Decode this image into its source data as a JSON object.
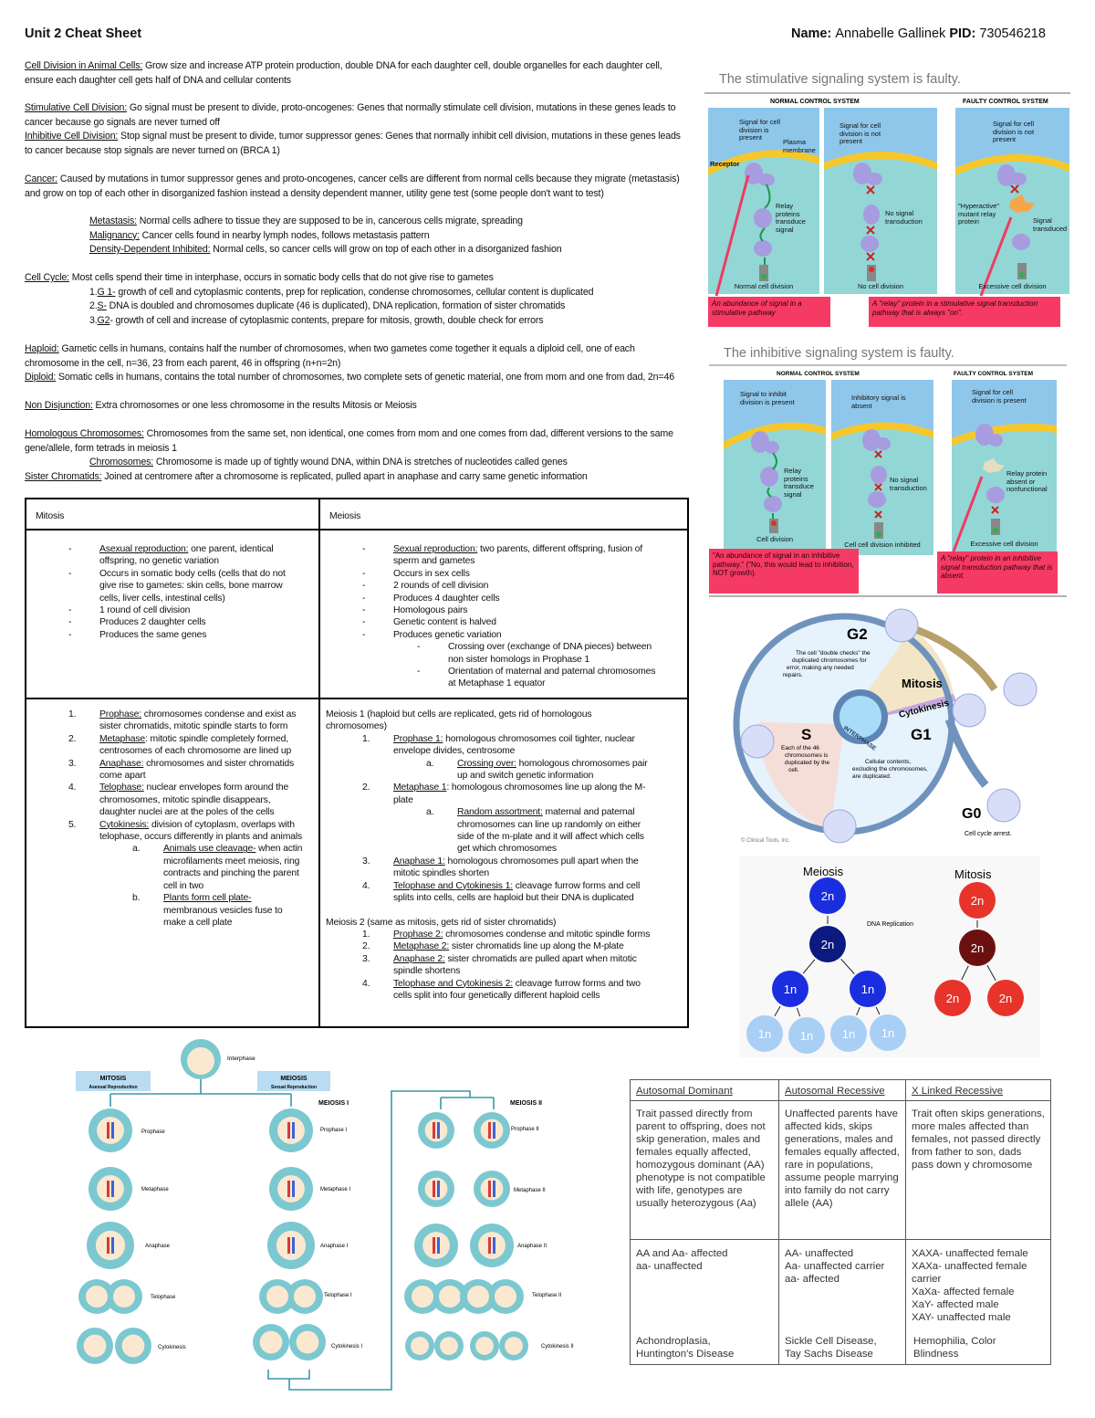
{
  "header": {
    "title": "Unit 2 Cheat Sheet",
    "name_label": "Name:",
    "name_value": "Annabelle Gallinek",
    "pid_label": "PID:",
    "pid_value": "730546218"
  },
  "notes": {
    "cell_division": {
      "term": "Cell Division in Animal Cells:",
      "text": " Grow size and increase ATP protein production, double DNA for each daughter cell, double organelles for each daughter cell, ensure each daughter cell gets half of DNA and cellular contents"
    },
    "stimulative": {
      "term": "Stimulative Cell Division:",
      "text": " Go signal must be present to divide, proto-oncogenes: Genes that normally stimulate cell division, mutations in these genes leads to cancer because go signals are never turned off"
    },
    "inhibitive": {
      "term": "Inhibitive Cell Division:",
      "text": " Stop signal must be present to divide, tumor suppressor genes: Genes that normally inhibit cell division, mutations in these genes leads to cancer because stop signals are never turned on (BRCA 1)"
    },
    "cancer": {
      "term": "Cancer:",
      "text": " Caused by mutations in tumor suppressor genes and proto-oncogenes, cancer cells are different from normal cells because they migrate (metastasis) and grow on top of each other in disorganized fashion instead a density dependent manner, utility gene test (some people don't want to test)"
    },
    "metastasis": {
      "term": "Metastasis:",
      "text": " Normal cells adhere to tissue they are supposed to be in, cancerous cells migrate, spreading"
    },
    "malignancy": {
      "term": "Malignancy:",
      "text": " Cancer cells found in nearby lymph nodes, follows metastasis pattern"
    },
    "density": {
      "term": "Density-Dependent Inhibited:",
      "text": " Normal cells, so cancer cells will grow on top of each other in a disorganized fashion"
    },
    "cell_cycle": {
      "term": "Cell Cycle:",
      "text": " Most cells spend their time in interphase, occurs in somatic body cells that do not give rise to gametes"
    },
    "cycle_items": [
      {
        "num": "1.",
        "term": "G 1-",
        "text": " growth of cell and cytoplasmic contents, prep for replication, condense chromosomes, cellular content is duplicated"
      },
      {
        "num": "2.",
        "term": "S-",
        "text": " DNA is doubled and chromosomes duplicate (46 is duplicated), DNA replication, formation of sister chromatids"
      },
      {
        "num": "3.",
        "term": "G2",
        "text": "- growth of cell and increase of cytoplasmic contents, prepare for mitosis, growth, double check for errors"
      }
    ],
    "haploid": {
      "term": "Haploid:",
      "text": " Gametic cells in humans, contains half the number of chromosomes, when two gametes come together it equals a diploid cell, one of each chromosome in the cell, n=36, 23 from each parent, 46 in offspring (n+n=2n)"
    },
    "diploid": {
      "term": "Diploid:",
      "text": " Somatic cells in humans, contains the total number of chromosomes, two complete sets of genetic material, one from mom and one from dad, 2n=46"
    },
    "nondisjunction": {
      "term": "Non Disjunction:",
      "text": " Extra chromosomes or one less chromosome in the results Mitosis or Meiosis"
    },
    "homologous": {
      "term": "Homologous Chromosomes:",
      "text": " Chromosomes from the same set, non identical, one comes from mom and one comes from dad, different versions to the same gene/allele, form tetrads in meiosis 1"
    },
    "chromosomes": {
      "term": "Chromosomes:",
      "text": " Chromosome is made up of tightly wound DNA, within DNA is stretches of nucleotides called genes"
    },
    "sister": {
      "term": "Sister Chromatids:",
      "text": " Joined at centromere after a chromosome is replicated, pulled apart in anaphase and carry same genetic information"
    }
  },
  "comparison_table": {
    "headers": [
      "Mitosis",
      "Meiosis"
    ],
    "mitosis_traits": [
      {
        "term": "Asexual reproduction:",
        "text": " one parent, identical offspring, no genetic variation"
      },
      {
        "term": "",
        "text": "Occurs in somatic body cells (cells that do not give rise to gametes: skin cells, bone marrow cells, liver cells, intestinal cells)"
      },
      {
        "term": "",
        "text": "1 round of cell division"
      },
      {
        "term": "",
        "text": "Produces 2 daughter cells"
      },
      {
        "term": "",
        "text": "Produces the same genes"
      }
    ],
    "meiosis_traits": [
      {
        "term": "Sexual reproduction:",
        "text": " two parents, different offspring, fusion of sperm and gametes"
      },
      {
        "term": "",
        "text": "Occurs in sex cells"
      },
      {
        "term": "",
        "text": "2 rounds of cell division"
      },
      {
        "term": "",
        "text": "Produces 4 daughter cells"
      },
      {
        "term": "",
        "text": "Homologous pairs"
      },
      {
        "term": "",
        "text": "Genetic content is halved"
      },
      {
        "term": "",
        "text": "Produces genetic variation"
      }
    ],
    "meiosis_variation": [
      "Crossing over (exchange of DNA pieces) between non sister homologs in Prophase 1",
      "Orientation of maternal and paternal chromosomes at Metaphase 1 equator"
    ],
    "mitosis_phases": [
      {
        "num": "1.",
        "term": "Prophase:",
        "text": " chromosomes condense and exist as sister chromatids, mitotic spindle starts to form"
      },
      {
        "num": "2.",
        "term": "Metaphase",
        "text": ": mitotic spindle completely formed, centrosomes of each chromosome are lined up"
      },
      {
        "num": "3.",
        "term": "Anaphase:",
        "text": " chromosomes and sister chromatids come apart"
      },
      {
        "num": "4.",
        "term": "Telophase:",
        "text": " nuclear envelopes form around the chromosomes, mitotic spindle disappears, daughter nuclei are at the poles of the cells"
      },
      {
        "num": "5.",
        "term": "Cytokinesis:",
        "text": " division of cytoplasm, overlaps with telophase, occurs differently in plants and animals"
      }
    ],
    "cytokinesis_sub": [
      {
        "num": "a.",
        "term": "Animals use cleavage-",
        "text": " when actin microfilaments meet meiosis, ring contracts and pinching the parent cell in two"
      },
      {
        "num": "b.",
        "term": "Plants form cell plate-",
        "text": " membranous vesicles fuse to make a cell plate"
      }
    ],
    "meiosis1_intro": "Meiosis 1 (haploid but cells are replicated, gets rid of homologous chromosomes)",
    "meiosis1_phases": [
      {
        "num": "1.",
        "term": "Prophase 1:",
        "text": " homologous chromosomes coil tighter, nuclear envelope divides, centrosome",
        "sub": {
          "num": "a.",
          "term": "Crossing over:",
          "text": " homologous chromosomes pair up and switch genetic information"
        }
      },
      {
        "num": "2.",
        "term": "Metaphase 1",
        "text": ": homologous chromosomes line up along the M-plate",
        "sub": {
          "num": "a.",
          "term": "Random assortment:",
          "text": " maternal and paternal chromosomes can line up randomly on either side of the m-plate and it will affect which cells get which chromosomes"
        }
      },
      {
        "num": "3.",
        "term": "Anaphase 1:",
        "text": " homologous chromosomes pull apart when the mitotic spindles shorten"
      },
      {
        "num": "4.",
        "term": "Telophase and Cytokinesis 1:",
        "text": " cleavage furrow forms and cell splits into cells, cells are haploid but their DNA is duplicated"
      }
    ],
    "meiosis2_intro": "Meiosis 2 (same as mitosis, gets rid of sister chromatids)",
    "meiosis2_phases": [
      {
        "num": "1.",
        "term": "Prophase 2:",
        "text": " chromosomes condense and mitotic spindle forms"
      },
      {
        "num": "2.",
        "term": "Metaphase 2:",
        "text": " sister chromatids line up along the M-plate"
      },
      {
        "num": "3.",
        "term": "Anaphase 2:",
        "text": " sister chromatids are pulled apart when mitotic spindle shortens"
      },
      {
        "num": "4.",
        "term": "Telophase and Cytokinesis 2:",
        "text": " cleavage furrow forms and two cells split into four genetically different haploid cells"
      }
    ]
  },
  "stimulative_figure": {
    "title": "The stimulative signaling system is faulty.",
    "normal_header": "NORMAL CONTROL SYSTEM",
    "faulty_header": "FAULTY CONTROL SYSTEM",
    "panel_labels": [
      "Signal for cell division is present",
      "Signal for cell division is not present",
      "Signal for cell division is not present"
    ],
    "receptor": "Receptor",
    "membrane": "Plasma membrane",
    "relay": "Relay proteins transduce signal",
    "no_signal": "No signal transduction",
    "hyperactive": "\"Hyperactive\" mutant relay protein",
    "transduced": "Signal transduced",
    "outcomes": [
      "Normal cell division",
      "No cell division",
      "Excessive cell division"
    ],
    "callouts": [
      "An abundance of signal in a stimulative pathway",
      "A \"relay\" protein in a stimulative signal transduction pathway that is always \"on\"."
    ]
  },
  "inhibitive_figure": {
    "title": "The inhibitive signaling system is faulty.",
    "normal_header": "NORMAL CONTROL SYSTEM",
    "faulty_header": "FAULTY CONTROL SYSTEM",
    "panel_labels": [
      "Signal to inhibit division is present",
      "Inhibitory signal is absent",
      "Signal for cell division is present"
    ],
    "relay": "Relay proteins transduce signal",
    "no_signal": "No signal transduction",
    "absent": "Relay protein absent or nonfunctional",
    "outcomes": [
      "Cell division",
      "Cell cell division inhibited",
      "Excessive cell division"
    ],
    "callouts": [
      "\"An abundance of signal in an inhibitive pathway.\" (\"No, this would lead to inhibition, NOT growth).",
      "A \"relay\" protein in an inhibitive signal transduction pathway that is absent."
    ]
  },
  "cell_cycle_figure": {
    "g2": "G2",
    "g2_text": [
      "The cell \"double checks\" the",
      "duplicated chromosomes for",
      "error, making any needed",
      "repairs."
    ],
    "mitosis": "Mitosis",
    "cytokinesis": "Cytokinesis",
    "s": "S",
    "s_text": [
      "Each of the 46",
      "chromosomes is",
      "duplicated by the",
      "cell."
    ],
    "interphase": "INTERPHASE",
    "g1": "G1",
    "g1_text": [
      "Cellular contents,",
      "excluding the chromosomes,",
      "are duplicated."
    ],
    "g0": "G0",
    "g0_text": "Cell cycle arrest.",
    "credit": "© Clinical Tools, Inc.",
    "colors": {
      "ring": "#6f93bd",
      "mitosis": "#b8a06a",
      "s_phase": "#f6ded8",
      "interphase": "#e6f2fc"
    }
  },
  "ploidy_figure": {
    "meiosis_title": "Meiosis",
    "mitosis_title": "Mitosis",
    "dna_replication": "DNA Replication",
    "meiosis_cells": [
      "2n",
      "2n",
      "1n",
      "1n",
      "1n",
      "1n",
      "1n",
      "1n"
    ],
    "mitosis_cells": [
      "2n",
      "2n",
      "2n",
      "2n"
    ],
    "colors": {
      "meiosis": "#1a2ee0",
      "meiosis_replicated": "#0b1a80",
      "meiosis_final": "#a9cff5",
      "mitosis": "#e8332a",
      "mitosis_replicated": "#6b1010"
    }
  },
  "division_figure": {
    "interphase": "Interphase",
    "mitosis_box": "MITOSIS",
    "mitosis_sub": "Asexual Reproduction",
    "meiosis_box": "MEIOSIS",
    "meiosis_sub": "Sexual Reproduction",
    "meiosis1": "MEIOSIS I",
    "meiosis2": "MEIOSIS II",
    "mitosis_stages": [
      "Prophase",
      "Metaphase",
      "Anaphase",
      "Telophase",
      "Cytokinesis"
    ],
    "meiosis1_stages": [
      "Prophase I",
      "Metaphase I",
      "Anaphase I",
      "Telophase I",
      "Cytokinesis I"
    ],
    "meiosis2_stages": [
      "Prophase II",
      "Metaphase II",
      "Anaphase II",
      "Telophase II",
      "Cytokinesis II"
    ]
  },
  "inheritance_table": {
    "headers": [
      "Autosomal Dominant",
      "Autosomal Recessive",
      "X Linked Recessive"
    ],
    "descriptions": [
      "Trait passed directly from parent to offspring, does not skip generation, males and females equally affected, homozygous dominant (AA) phenotype is not compatible with life, genotypes are usually heterozygous (Aa)",
      "Unaffected parents have affected kids, skips generations, males and females equally affected, rare in populations, assume people marrying into family do not carry allele (AA)",
      "Trait often skips generations, more males affected than females, not passed directly from father to son, dads pass down y chromosome"
    ],
    "genotypes": [
      [
        "AA and Aa- affected",
        "aa- unaffected"
      ],
      [
        "AA- unaffected",
        "Aa- unaffected carrier",
        "aa- affected"
      ],
      [
        "XAXA- unaffected female",
        "XAXa- unaffected female carrier",
        "XaXa- affected female",
        "XaY- affected male",
        "XAY- unaffected male"
      ]
    ],
    "examples": [
      [
        "Achondroplasia,",
        "Huntington's Disease"
      ],
      [
        "Sickle Cell Disease,",
        "Tay Sachs Disease"
      ],
      [
        "Hemophilia, Color",
        "Blindness"
      ]
    ]
  }
}
